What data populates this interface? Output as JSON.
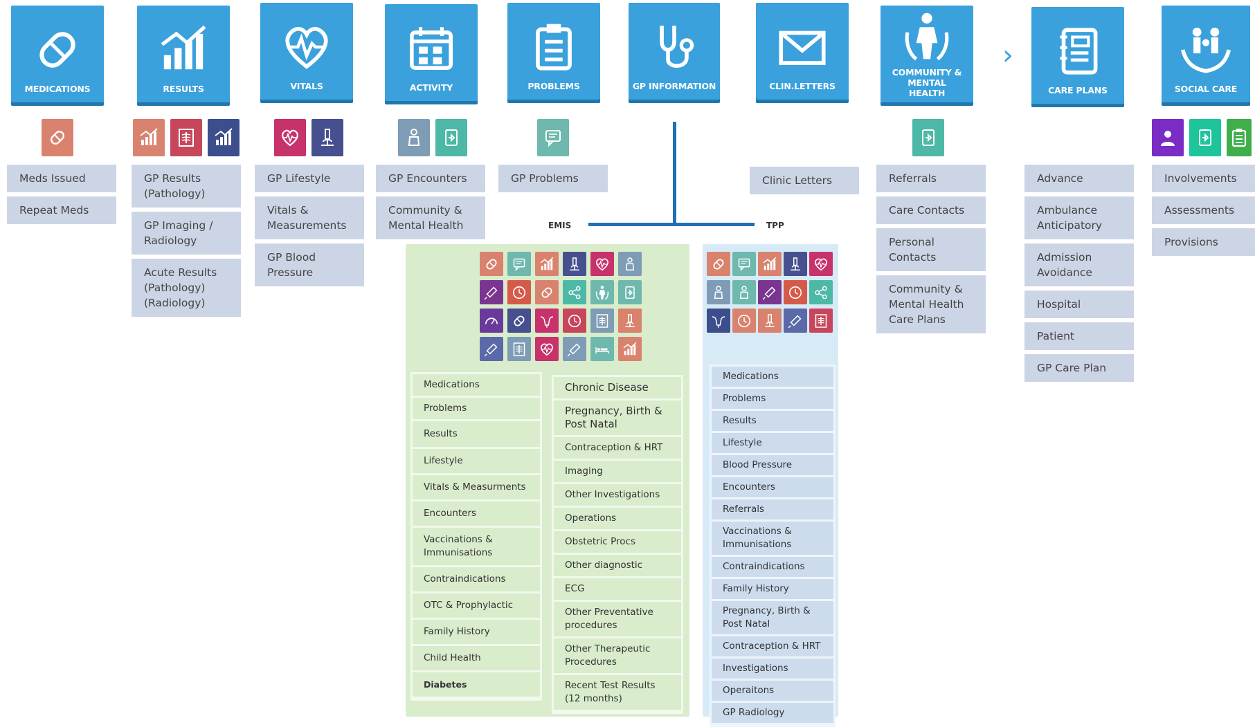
{
  "colors": {
    "tile_blue": "#3aa1dd",
    "list_grey": "#ccd5e5",
    "emis_green": "#d9eccc",
    "tpp_blue": "#d7ebf7",
    "connector": "#2070b4"
  },
  "tiles": [
    {
      "label": "MEDICATIONS",
      "icon": "pill-icon"
    },
    {
      "label": "RESULTS",
      "icon": "bar-chart-icon"
    },
    {
      "label": "VITALS",
      "icon": "heartbeat-icon"
    },
    {
      "label": "ACTIVITY",
      "icon": "calendar-icon"
    },
    {
      "label": "PROBLEMS",
      "icon": "clipboard-icon"
    },
    {
      "label": "GP INFORMATION",
      "icon": "stethoscope-icon"
    },
    {
      "label": "CLIN.LETTERS",
      "icon": "envelope-icon"
    },
    {
      "label": "COMMUNITY & MENTAL HEALTH",
      "icon": "community-icon"
    },
    {
      "label": "CARE PLANS",
      "icon": "care-plan-icon"
    },
    {
      "label": "SOCIAL CARE",
      "icon": "family-hands-icon"
    }
  ],
  "next_arrow": "›",
  "columns": {
    "medications": [
      "Meds Issued",
      "Repeat Meds"
    ],
    "results": [
      "GP Results (Pathology)",
      "GP Imaging / Radiology",
      "Acute Results (Pathology) (Radiology)"
    ],
    "vitals": [
      "GP Lifestyle",
      "Vitals & Measurements",
      "GP Blood Pressure"
    ],
    "activity": [
      "GP Encounters",
      "Community & Mental Health"
    ],
    "problems": [
      "GP Problems"
    ],
    "clin_letters": [
      "Clinic Letters"
    ],
    "community": [
      "Referrals",
      "Care Contacts",
      "Personal Contacts",
      "Community & Mental Health Care Plans"
    ],
    "care_plans": [
      "Advance",
      "Ambulance Anticipatory",
      "Admission Avoidance",
      "Hospital",
      "Patient",
      "GP Care Plan"
    ],
    "social_care": [
      "Involvements",
      "Assessments",
      "Provisions"
    ]
  },
  "branch": {
    "left_label": "EMIS",
    "right_label": "TPP"
  },
  "emis": {
    "left": [
      "Medications",
      "Problems",
      "Results",
      "Lifestyle",
      "Vitals & Measurments",
      "Encounters",
      "Vaccinations & Immunisations",
      "Contraindications",
      "OTC & Prophylactic",
      "Family History",
      "Child Health",
      "Diabetes"
    ],
    "right": [
      "Chronic Disease",
      "Pregnancy, Birth & Post Natal",
      "Contraception & HRT",
      "Imaging",
      "Other Investigations",
      "Operations",
      "Obstetric Procs",
      "Other diagnostic",
      "ECG",
      "Other Preventative procedures",
      "Other Therapeutic Procedures",
      "Recent Test Results (12 months)"
    ]
  },
  "tpp": [
    "Medications",
    "Problems",
    "Results",
    "Lifestyle",
    "Blood Pressure",
    "Encounters",
    "Referrals",
    "Vaccinations & Immunisations",
    "Contraindications",
    "Family History",
    "Pregnancy, Birth & Post Natal",
    "Contraception & HRT",
    "Investigations",
    "Operaitons",
    "GP Radiology"
  ]
}
